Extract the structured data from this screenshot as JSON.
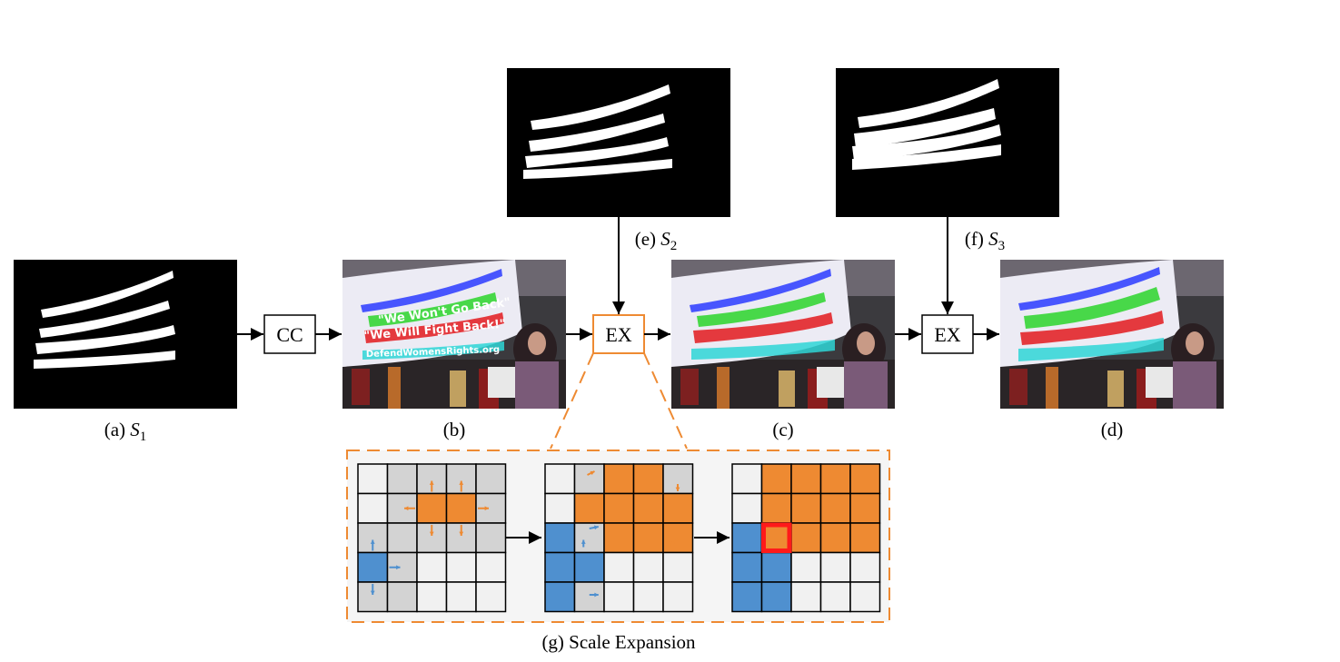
{
  "figure": {
    "panels": {
      "a": {
        "caption_prefix": "(a) ",
        "var": "S",
        "sub": "1"
      },
      "b": {
        "caption": "(b)"
      },
      "c": {
        "caption": "(c)"
      },
      "d": {
        "caption": "(d)"
      },
      "e": {
        "caption_prefix": "(e) ",
        "var": "S",
        "sub": "2"
      },
      "f": {
        "caption_prefix": "(f) ",
        "var": "S",
        "sub": "3"
      },
      "g": {
        "caption": "(g) Scale Expansion"
      }
    },
    "ops": {
      "cc_label": "CC",
      "ex1_label": "EX",
      "ex2_label": "EX"
    },
    "banner_text": {
      "line1": "\"We Won't Go Back\"",
      "line2": "\"We Will Fight Back!\"",
      "line3": "DefendWomensRights.org"
    },
    "colors": {
      "orange": "#ee8a32",
      "blue": "#4f90cf",
      "grey": "#d3d3d3",
      "light": "#f1f1f1",
      "highlight": "#ff1a1a"
    },
    "grid_steps": [
      [
        "L",
        "G",
        "G",
        "G",
        "G",
        "L",
        "G",
        "O",
        "O",
        "G",
        "G",
        "G",
        "G",
        "G",
        "G",
        "B",
        "G",
        "L",
        "L",
        "L",
        "G",
        "G",
        "L",
        "L",
        "L"
      ],
      [
        "L",
        "G",
        "O",
        "O",
        "G",
        "L",
        "O",
        "O",
        "O",
        "O",
        "B",
        "G",
        "O",
        "O",
        "O",
        "B",
        "B",
        "L",
        "L",
        "L",
        "B",
        "G",
        "L",
        "L",
        "L"
      ],
      [
        "L",
        "O",
        "O",
        "O",
        "O",
        "L",
        "O",
        "O",
        "O",
        "O",
        "B",
        "O",
        "O",
        "O",
        "O",
        "B",
        "B",
        "L",
        "L",
        "L",
        "B",
        "B",
        "L",
        "L",
        "L"
      ]
    ]
  }
}
